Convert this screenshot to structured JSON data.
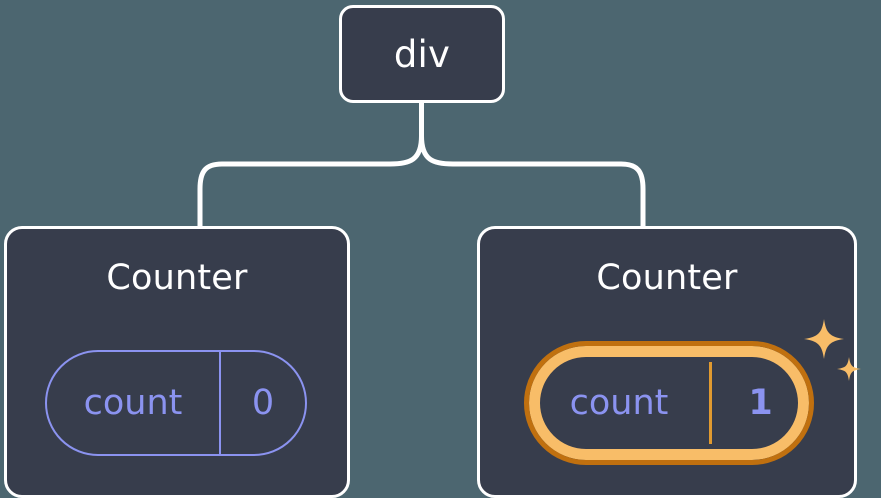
{
  "diagram": {
    "type": "component-tree",
    "background_color": "#4c6670",
    "node_fill_color": "#373d4c",
    "node_border_color": "#ffffff",
    "edge_color": "#ffffff",
    "state_color": "#8b93f0",
    "highlight_outer_color": "#c0700f",
    "highlight_inner_color": "#f8bd68",
    "sparkle_color": "#f8bd68"
  },
  "root": {
    "label": "div"
  },
  "children": [
    {
      "title": "Counter",
      "state": {
        "key": "count",
        "value": "0"
      },
      "highlighted": false,
      "sparkles": false
    },
    {
      "title": "Counter",
      "state": {
        "key": "count",
        "value": "1"
      },
      "highlighted": true,
      "sparkles": true
    }
  ],
  "icons": {
    "sparkle_large": "sparkle-icon",
    "sparkle_small": "sparkle-icon"
  }
}
